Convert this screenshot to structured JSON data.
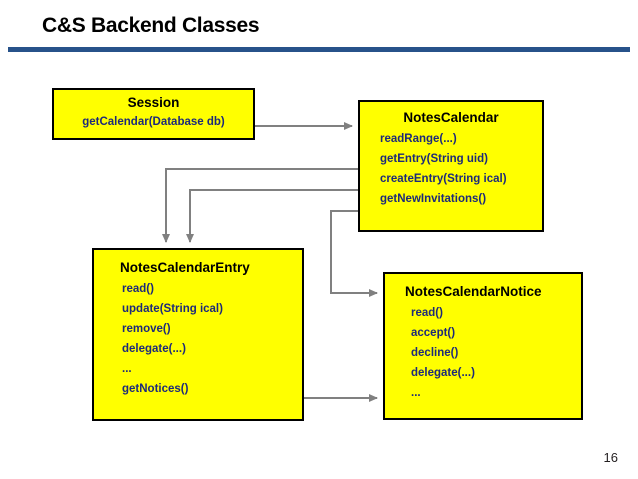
{
  "slide": {
    "title": "C&S Backend Classes",
    "page_number": "16",
    "accent_color": "#27528a",
    "box_fill_color": "#ffff00",
    "box_border_color": "#000000",
    "member_text_color": "#1d2a7a",
    "connector_color": "#808080"
  },
  "classes": [
    {
      "id": "session",
      "name": "Session",
      "members": [
        "getCalendar(Database db)"
      ]
    },
    {
      "id": "notescalendar",
      "name": "NotesCalendar",
      "members": [
        "readRange(...)",
        "getEntry(String uid)",
        "createEntry(String ical)",
        "getNewInvitations()"
      ]
    },
    {
      "id": "notescalendarentry",
      "name": "NotesCalendarEntry",
      "members": [
        "read()",
        "update(String ical)",
        "remove()",
        "delegate(...)",
        "...",
        "getNotices()"
      ]
    },
    {
      "id": "notescalendarnotice",
      "name": "NotesCalendarNotice",
      "members": [
        "read()",
        "accept()",
        "decline()",
        "delegate(...)",
        "..."
      ]
    }
  ],
  "connectors": [
    {
      "from": "session.getCalendar(Database db)",
      "to": "NotesCalendar"
    },
    {
      "from": "NotesCalendar.getEntry(String uid)",
      "to": "NotesCalendarEntry"
    },
    {
      "from": "NotesCalendar.createEntry(String ical)",
      "to": "NotesCalendarEntry"
    },
    {
      "from": "NotesCalendar.getNewInvitations()",
      "to": "NotesCalendarNotice"
    },
    {
      "from": "NotesCalendarEntry.getNotices()",
      "to": "NotesCalendarNotice"
    }
  ]
}
